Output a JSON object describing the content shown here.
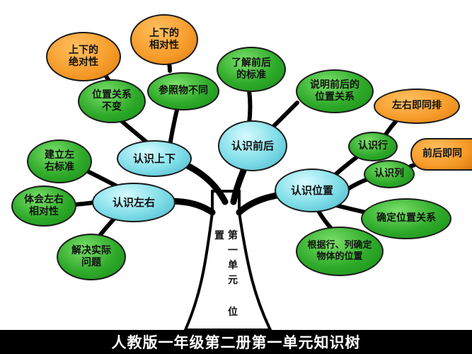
{
  "title": "人教版一年级第二册第一单元知识树",
  "trunk": {
    "char_left": "置",
    "col_chars": [
      "第",
      "一",
      "单",
      "元"
    ],
    "char_bottom": "位"
  },
  "nodes": {
    "main_updown": "认识上下",
    "main_frontback": "认识前后",
    "main_leftright": "认识左右",
    "main_position": "认识位置",
    "absolute_updown": "上下的\n绝对性",
    "relative_updown": "上下的\n相对性",
    "relation_unchanged": "位置关系\n不变",
    "reference_diff": "参照物不同",
    "frontback_standard": "了解前后\n的标准",
    "explain_frontback": "说明前后的\n位置关系",
    "leftright_standard": "建立左\n右标准",
    "leftright_relative": "体会左右\n相对性",
    "solve_problem": "解决实际\n问题",
    "know_row": "认识行",
    "leftright_row": "左右即同排",
    "know_column": "认识列",
    "frontback_column": "前后即同",
    "determine_relation": "确定位置关系",
    "row_column_position": "根据行、列确定\n物体的位置"
  },
  "colors": {
    "primary_node": "#7fdde8",
    "secondary_node": "#2faa2a",
    "leaf_node": "#f59a28",
    "branch": "#000000",
    "footer_bg": "#000000",
    "footer_text": "#ffffff"
  }
}
